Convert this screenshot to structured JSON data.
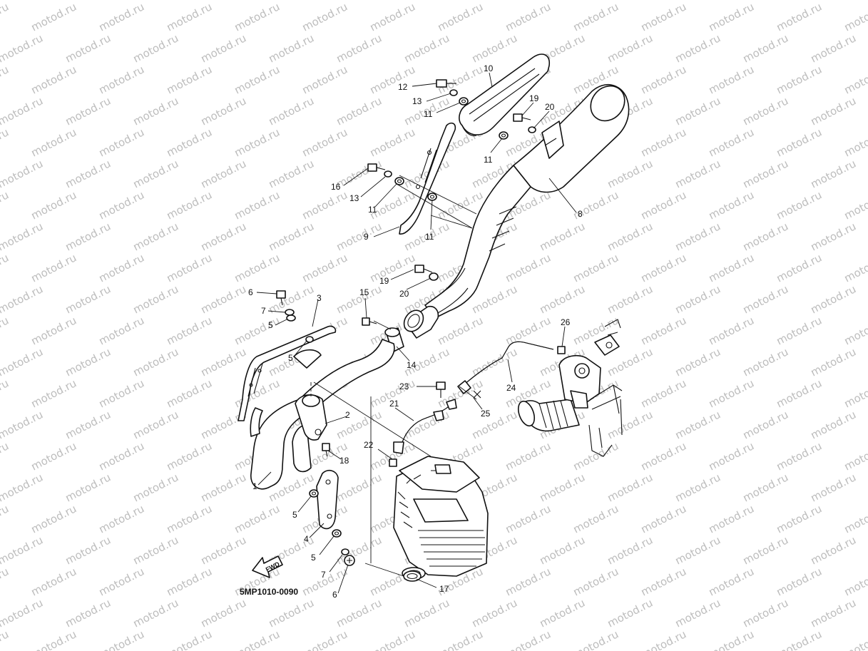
{
  "watermark": "motod.ru",
  "diagram_code": "5MP1010-0090",
  "fwd_label": "FWD",
  "callouts": {
    "c1": "1",
    "c2": "2",
    "c3": "3",
    "c4": "4",
    "c5a": "5",
    "c5b": "5",
    "c5c": "5",
    "c5d": "5",
    "c6a": "6",
    "c6b": "6",
    "c7a": "7",
    "c7b": "7",
    "c8": "8",
    "c9": "9",
    "c10": "10",
    "c11a": "11",
    "c11b": "11",
    "c11c": "11",
    "c11d": "11",
    "c12": "12",
    "c13a": "13",
    "c13b": "13",
    "c14": "14",
    "c15": "15",
    "c16": "16",
    "c17": "17",
    "c18": "18",
    "c19a": "19",
    "c19b": "19",
    "c20a": "20",
    "c20b": "20",
    "c21": "21",
    "c22": "22",
    "c23": "23",
    "c24": "24",
    "c25": "25",
    "c26": "26"
  }
}
